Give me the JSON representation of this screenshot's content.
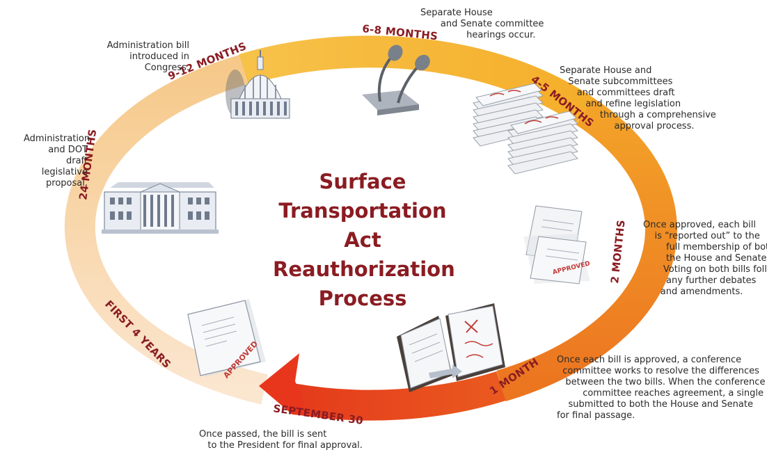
{
  "diagram": {
    "title_lines": [
      "Surface",
      "Transportation Act",
      "Reauthorization",
      "Process"
    ],
    "stages": [
      {
        "phase": "24 MONTHS",
        "description": "Administration\nand DOT\ndraft legislative\nproposal.",
        "icon": "white-house-icon"
      },
      {
        "phase": "9-12 MONTHS",
        "description": "Administration bill\nintroduced in\nCongress.",
        "icon": "capitol-dome-icon"
      },
      {
        "phase": "6-8 MONTHS",
        "description": "Separate House\n       and Senate committee\n                hearings occur.",
        "icon": "microphones-icon"
      },
      {
        "phase": "4-5 MONTHS",
        "description": "Separate House and\n   Senate subcommittees\n      and committees draft\n         and refine legislation\n              through a comprehensive\n                   approval process.",
        "icon": "document-stacks-icon"
      },
      {
        "phase": "2 MONTHS",
        "description": "Once approved, each bill\n    is “reported out” to the\n        full membership of both\n        the House and Senate.\n       Voting on both bills follows\n        any further debates\n      and amendments.",
        "icon": "approved-bills-icon"
      },
      {
        "phase": "1 MONTH",
        "description": "Once each bill is approved, a conference\n  committee works to resolve the differences\n   between the two bills. When the conference\n         committee reaches agreement, a single bill is\n    submitted to both the House and Senate\nfor final passage.",
        "icon": "conference-documents-icon"
      },
      {
        "phase": "SEPTEMBER 30",
        "description": "Once passed, the bill is sent\n   to the President for final approval.",
        "icon": "approved-bill-icon"
      },
      {
        "phase": "FIRST 4 YEARS",
        "description": "",
        "icon": ""
      }
    ],
    "stamp_text": "APPROVED",
    "colors": {
      "title": "#8a1c22",
      "phase_label": "#8a1c22",
      "ring_top": "#f5b52a",
      "ring_right": "#f08a22",
      "ring_bottom": "#e2301e",
      "ring_faded": "#f7d9b4",
      "text": "#2a2a2a"
    }
  }
}
